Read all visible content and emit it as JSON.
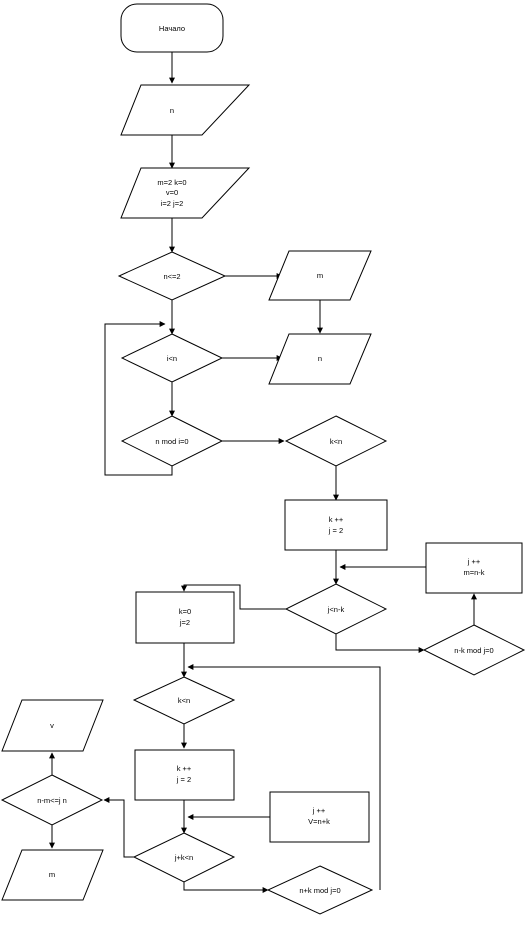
{
  "nodes": {
    "start": {
      "lines": [
        "Начало"
      ]
    },
    "input_n": {
      "lines": [
        "n"
      ]
    },
    "init": {
      "lines": [
        "m=2 k=0",
        "v=0",
        "i=2   j=2"
      ]
    },
    "cond_n_le_2": {
      "lines": [
        "n<=2"
      ]
    },
    "out_m1": {
      "lines": [
        "m"
      ]
    },
    "cond_i_lt_n": {
      "lines": [
        "i<n"
      ]
    },
    "out_n1": {
      "lines": [
        "n"
      ]
    },
    "cond_nmodi": {
      "lines": [
        "n mod i=0"
      ]
    },
    "cond_k_lt_n1": {
      "lines": [
        "k<n"
      ]
    },
    "proc_kpp1": {
      "lines": [
        "k ++",
        "j = 2"
      ]
    },
    "proc_jpp1": {
      "lines": [
        "j ++",
        "m=n-k"
      ]
    },
    "cond_j_lt_nk": {
      "lines": [
        "j<n-k"
      ]
    },
    "proc_k0": {
      "lines": [
        "k=0",
        "j=2"
      ]
    },
    "cond_nkmodj": {
      "lines": [
        "n-k mod j=0"
      ]
    },
    "cond_k_lt_n2": {
      "lines": [
        "k<n"
      ]
    },
    "out_v": {
      "lines": [
        "v"
      ]
    },
    "proc_kpp2": {
      "lines": [
        "k ++",
        "j = 2"
      ]
    },
    "cond_nm_le_jn": {
      "lines": [
        "n-m<=j n"
      ]
    },
    "proc_jpp2": {
      "lines": [
        "j ++",
        "V=n+k"
      ]
    },
    "cond_jk_lt_n": {
      "lines": [
        "j+k<n"
      ]
    },
    "out_m2": {
      "lines": [
        "m"
      ]
    },
    "cond_nkmodj2": {
      "lines": [
        "n+k mod j=0"
      ]
    }
  }
}
